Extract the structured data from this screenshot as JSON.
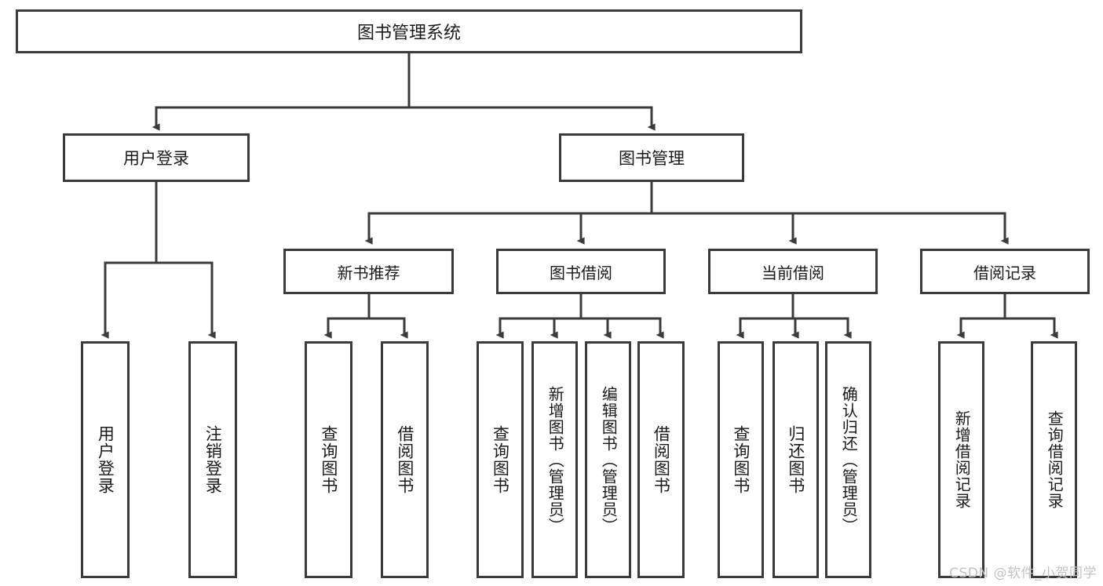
{
  "diagram": {
    "type": "hierarchy-tree",
    "title": "图书管理系统",
    "orientation": "top-down",
    "colors": {
      "box_border": "#3b3b3b",
      "box_fill": "#ffffff",
      "connector": "#3b3b3b",
      "text": "#1a1a1a",
      "watermark": "#c3c3c3",
      "background": "#ffffff"
    },
    "root": {
      "label": "图书管理系统"
    },
    "level1": [
      {
        "id": "user-login",
        "label": "用户登录"
      },
      {
        "id": "book-management",
        "label": "图书管理"
      }
    ],
    "level2": [
      {
        "id": "new-book-recommend",
        "label": "新书推荐"
      },
      {
        "id": "book-borrow",
        "label": "图书借阅"
      },
      {
        "id": "current-borrow",
        "label": "当前借阅"
      },
      {
        "id": "borrow-record",
        "label": "借阅记录"
      }
    ],
    "leaves": {
      "user_login": [
        {
          "id": "leaf-user-login",
          "label": "用户登录"
        },
        {
          "id": "leaf-logout-login",
          "label": "注销登录"
        }
      ],
      "new_book_recommend": [
        {
          "id": "leaf-query-book-1",
          "label": "查询图书"
        },
        {
          "id": "leaf-borrow-book-1",
          "label": "借阅图书"
        }
      ],
      "book_borrow": [
        {
          "id": "leaf-query-book-2",
          "label": "查询图书"
        },
        {
          "id": "leaf-add-book",
          "label": "新增图书（管理员）"
        },
        {
          "id": "leaf-edit-book",
          "label": "编辑图书（管理员）"
        },
        {
          "id": "leaf-borrow-book-2",
          "label": "借阅图书"
        }
      ],
      "current_borrow": [
        {
          "id": "leaf-query-book-3",
          "label": "查询图书"
        },
        {
          "id": "leaf-return-book",
          "label": "归还图书"
        },
        {
          "id": "leaf-confirm-return",
          "label": "确认归还（管理员）"
        }
      ],
      "borrow_record": [
        {
          "id": "leaf-add-record",
          "label": "新增借阅记录"
        },
        {
          "id": "leaf-query-record",
          "label": "查询借阅记录"
        }
      ]
    }
  },
  "watermark": {
    "text": "CSDN @软件_小贺同学"
  }
}
